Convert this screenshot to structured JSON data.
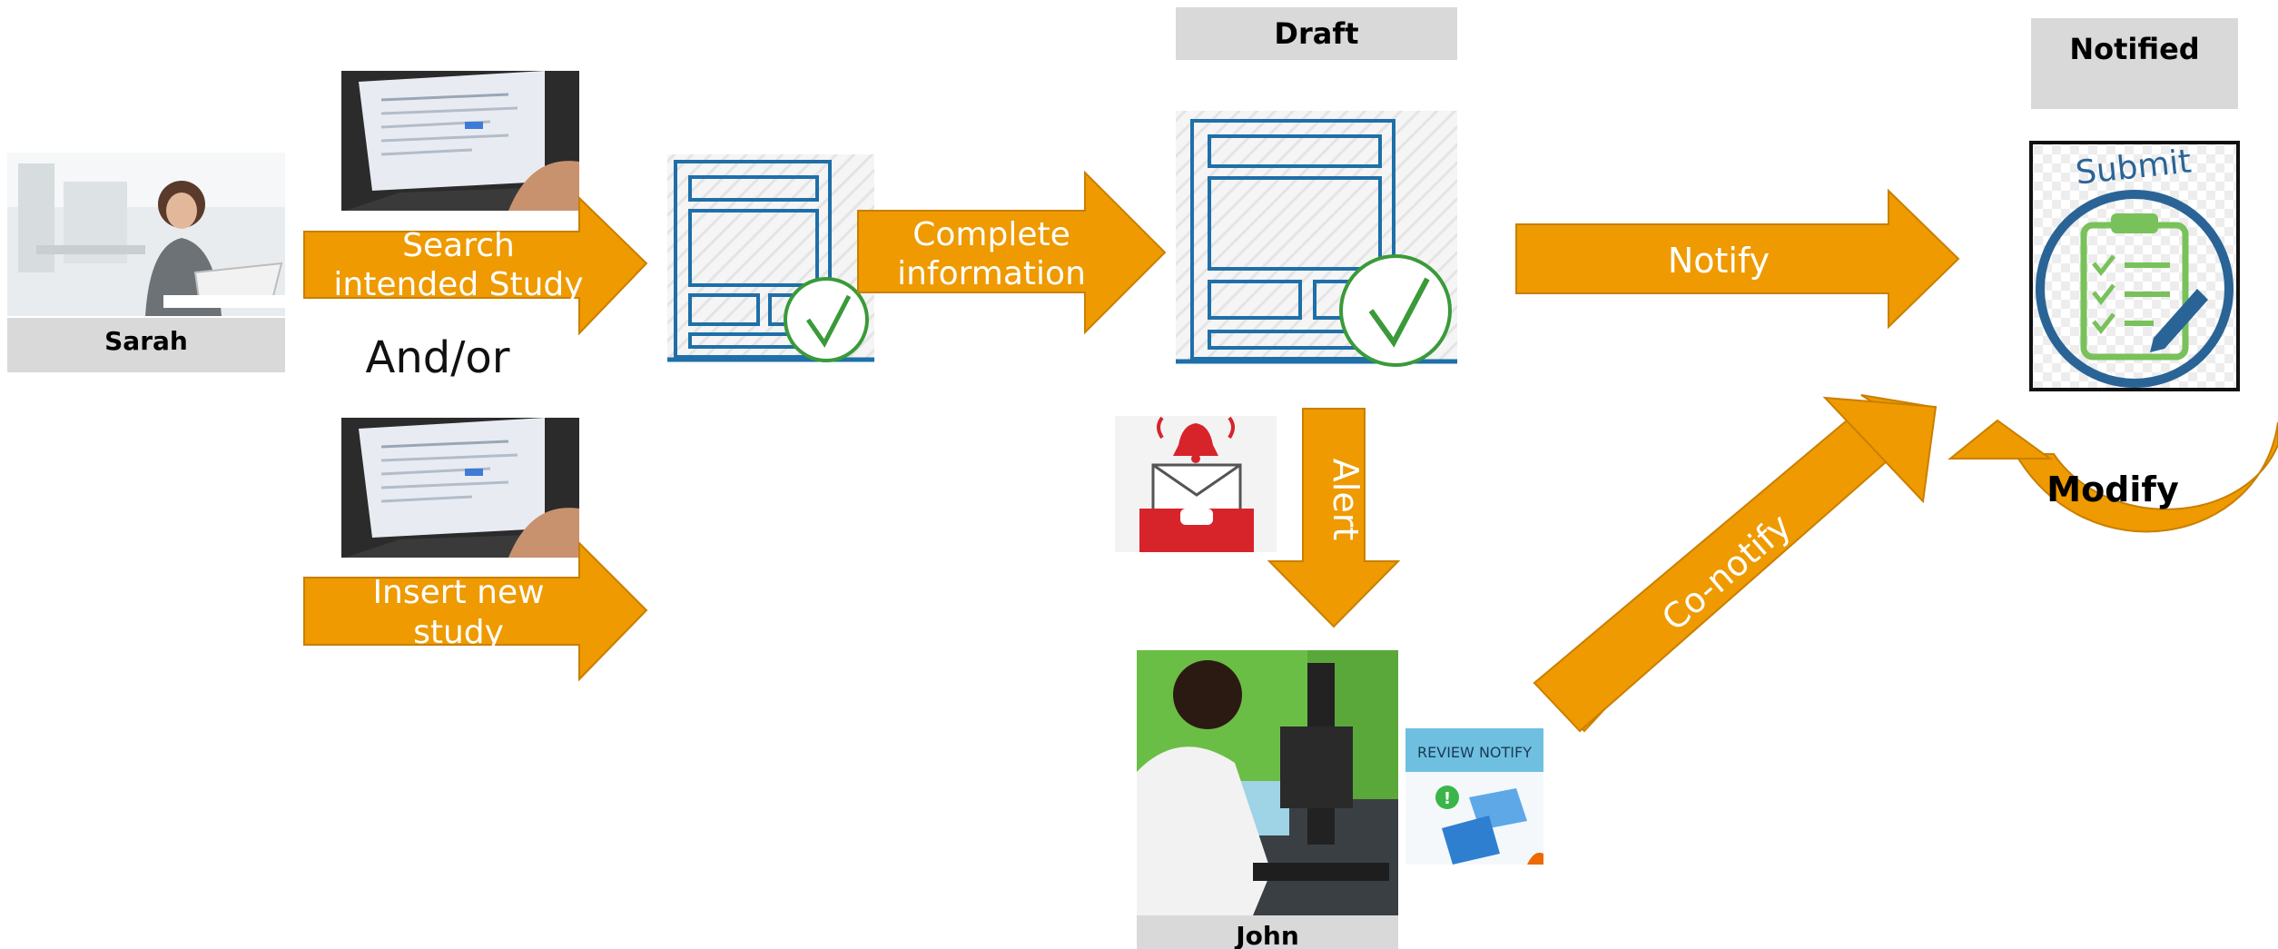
{
  "actors": {
    "sarah": {
      "name": "Sarah"
    },
    "john": {
      "name": "John"
    }
  },
  "states": {
    "draft": "Draft",
    "notified": "Notified"
  },
  "arrows": {
    "search": [
      "Search",
      "intended Study"
    ],
    "insert": [
      "Insert new",
      "study"
    ],
    "complete": [
      "Complete",
      "information"
    ],
    "notify": "Notify",
    "alert": "Alert",
    "co_notify": "Co-notify",
    "modify": "Modify"
  },
  "connector": "And/or",
  "badges": {
    "review": "REVIEW NOTIFY",
    "submit": "Submit"
  },
  "colors": {
    "arrow": "#EE9A00",
    "arrow_stroke": "#C97F00",
    "label_bg": "#D9D9D9",
    "form_blue": "#1F6FA8",
    "check_green": "#3A9A3A",
    "alert_red": "#D7242B",
    "review_header": "#6FC0E0",
    "submit_blue": "#2A6496",
    "clip_green": "#79C15B"
  }
}
